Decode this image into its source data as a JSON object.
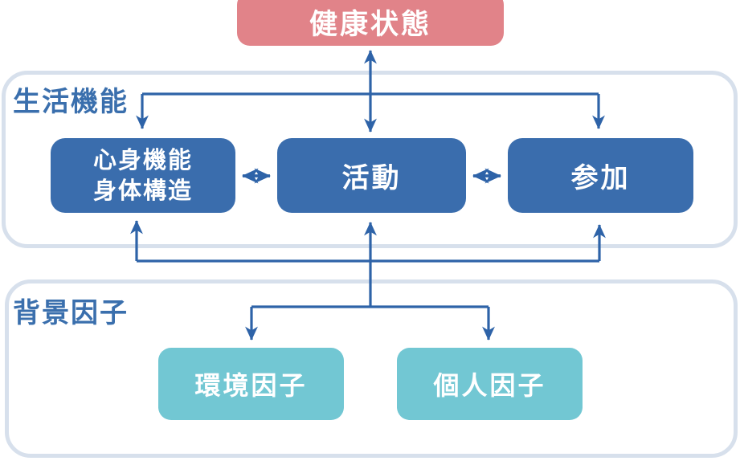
{
  "diagram": {
    "title_meaning": "ICF model diagram",
    "health": {
      "label": "健康状態"
    },
    "life_functions": {
      "label": "生活機能",
      "body_box": {
        "line1": "心身機能",
        "line2": "身体構造"
      },
      "activity_box": {
        "label": "活動"
      },
      "participation_box": {
        "label": "参加"
      }
    },
    "background_factors": {
      "label": "背景因子",
      "environment_box": {
        "label": "環境因子"
      },
      "personal_box": {
        "label": "個人因子"
      }
    },
    "edges": [
      {
        "from": "健康状態",
        "to": "活動",
        "direction": "both"
      },
      {
        "from": "健康状態",
        "to": "心身機能・身体構造",
        "direction": "down"
      },
      {
        "from": "健康状態",
        "to": "参加",
        "direction": "down"
      },
      {
        "from": "心身機能・身体構造",
        "to": "活動",
        "direction": "both"
      },
      {
        "from": "活動",
        "to": "参加",
        "direction": "both"
      },
      {
        "from": "背景因子",
        "to": "心身機能・身体構造",
        "direction": "up"
      },
      {
        "from": "背景因子",
        "to": "活動",
        "direction": "up"
      },
      {
        "from": "背景因子",
        "to": "参加",
        "direction": "up"
      },
      {
        "from": "背景因子",
        "to": "環境因子",
        "direction": "down"
      },
      {
        "from": "背景因子",
        "to": "個人因子",
        "direction": "down"
      }
    ],
    "colors": {
      "health_box": "#E18389",
      "blue_box": "#3A6DAD",
      "teal_box": "#72C7D3",
      "arrow": "#2E63A8",
      "container_border": "#D7E0EC",
      "section_label_text": "#3A6FAD",
      "box_text": "#FFFFFF"
    }
  }
}
